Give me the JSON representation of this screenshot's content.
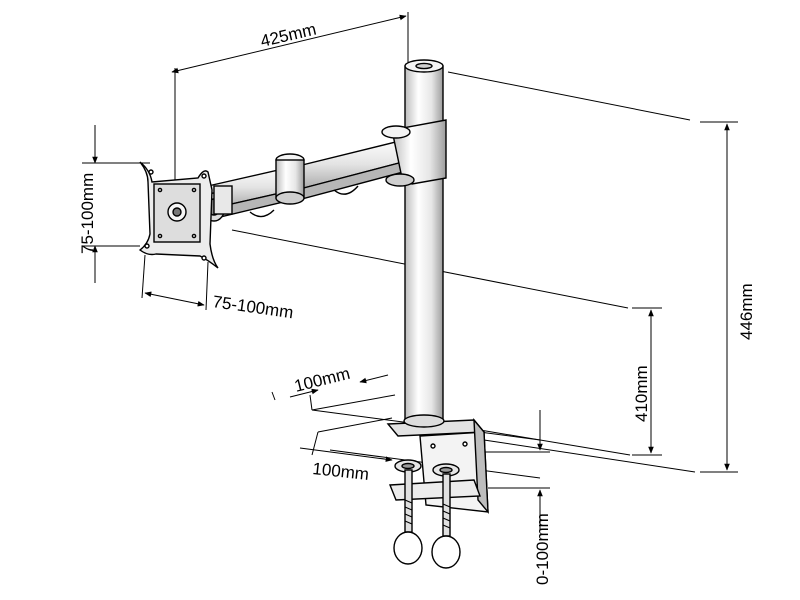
{
  "diagram": {
    "labels": {
      "arm_length": "425mm",
      "vesa_vertical": "75-100mm",
      "vesa_horizontal": "75-100mm",
      "total_height": "446mm",
      "arm_height": "410mm",
      "base_width": "100mm",
      "base_depth": "100mm",
      "clamp_range": "0-100mm"
    },
    "colors": {
      "line": "#000000",
      "metal_light": "#f2f2f2",
      "metal_mid": "#d6d6d6",
      "metal_dark": "#9a9a9a"
    }
  }
}
